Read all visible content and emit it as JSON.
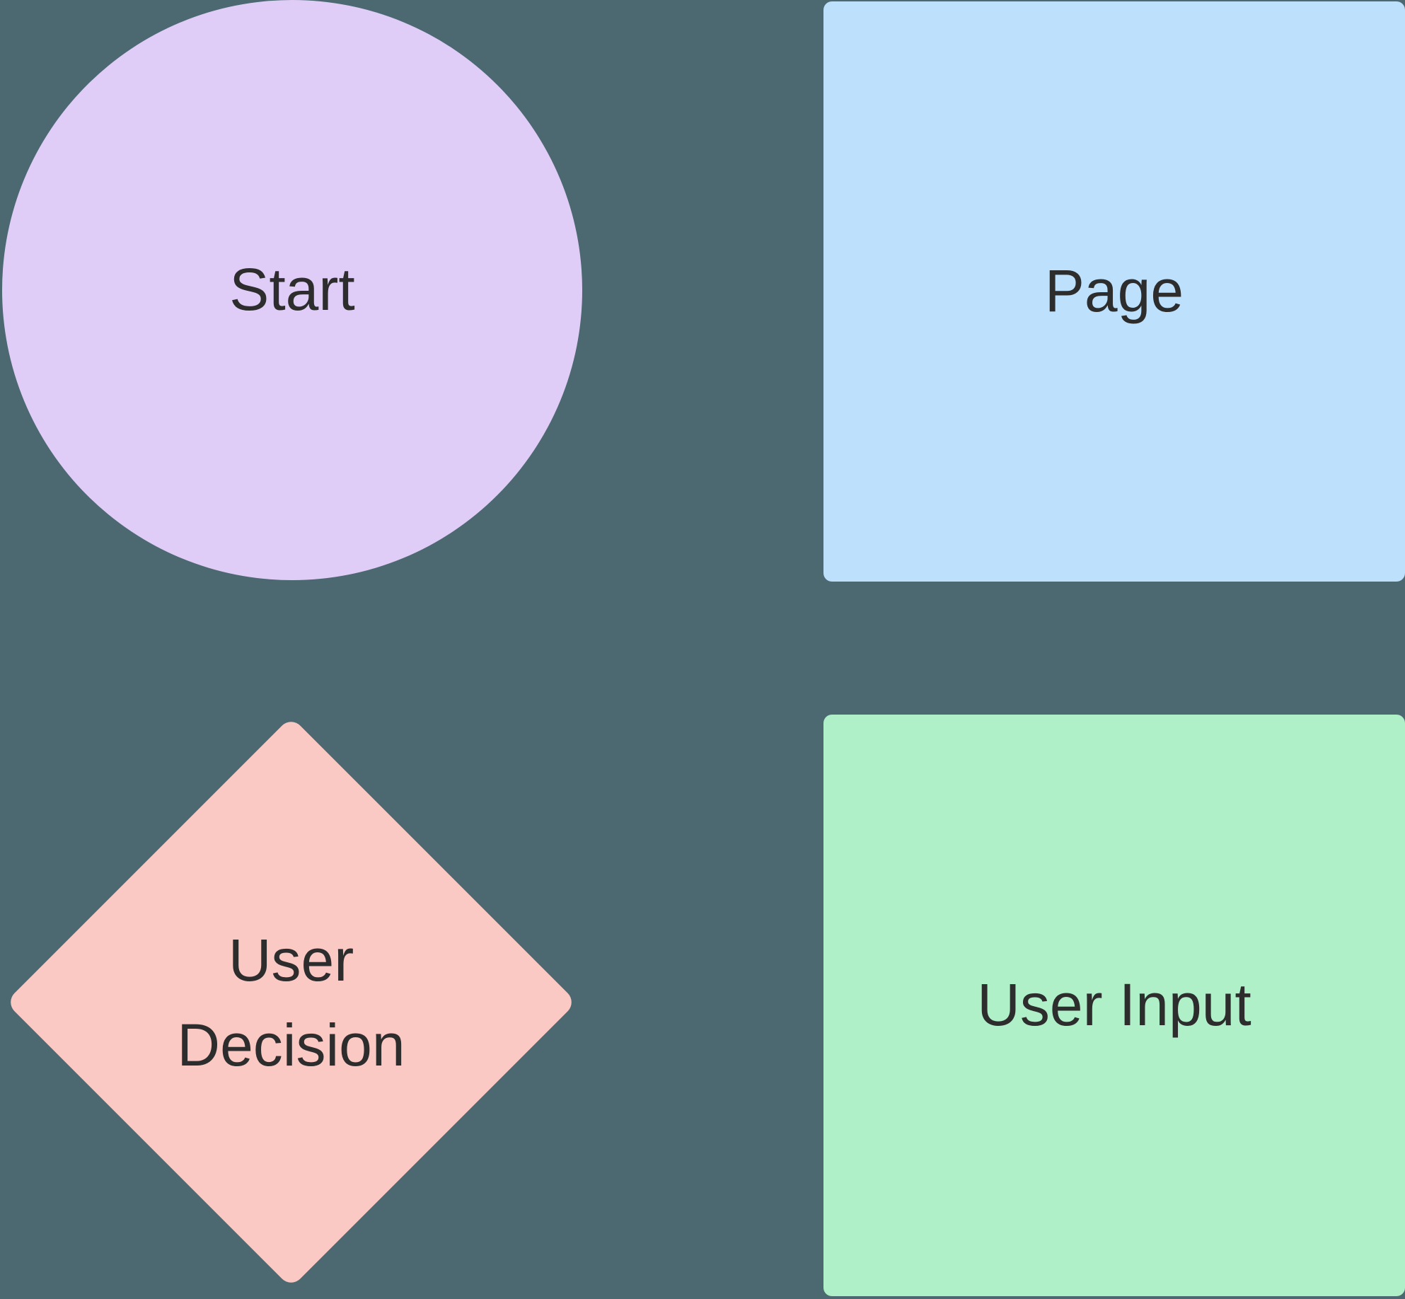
{
  "canvas": {
    "background": "#4C6972",
    "text_color": "#2D2D2D"
  },
  "nodes": {
    "start": {
      "label": "Start",
      "shape": "circle",
      "fill": "#E0CDF7"
    },
    "page": {
      "label": "Page",
      "shape": "rounded-rectangle",
      "fill": "#BDE0FC"
    },
    "user_decision": {
      "label": "User Decision",
      "line1": "User",
      "line2": "Decision",
      "shape": "diamond",
      "fill": "#FBC9C4"
    },
    "user_input": {
      "label": "User Input",
      "shape": "rounded-rectangle",
      "fill": "#AFF0C8"
    }
  }
}
